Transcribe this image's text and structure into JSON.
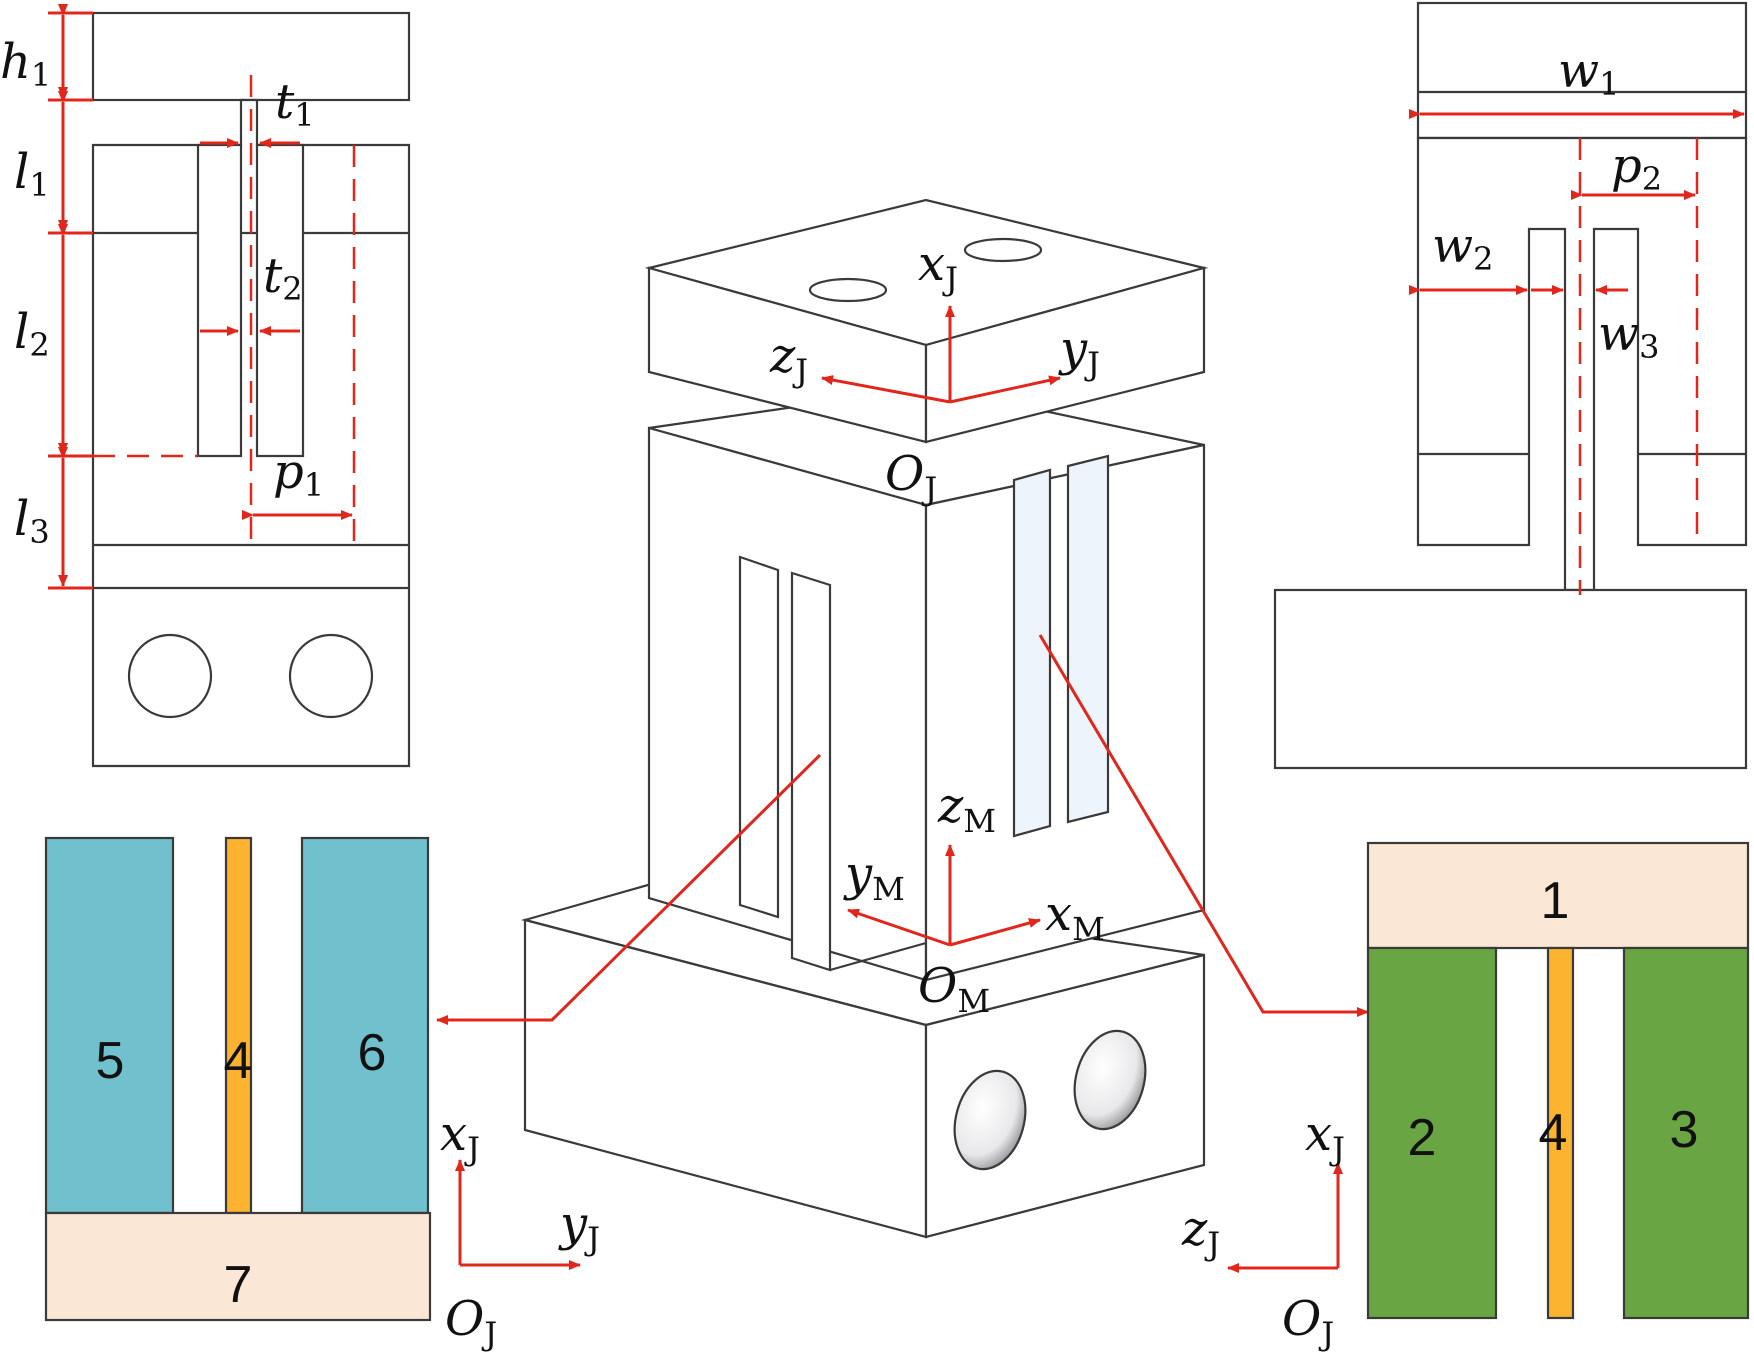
{
  "colors": {
    "line": "#3a3a3a",
    "dimension": "#e1261c",
    "teal": "#70c0cd",
    "green": "#69a542",
    "beige": "#fbe7d6",
    "orange": "#fbb330",
    "slot_fill": "#eef4fb"
  },
  "dimensions_left": {
    "h1": {
      "base": "h",
      "sub": "1"
    },
    "l1": {
      "base": "l",
      "sub": "1"
    },
    "l2": {
      "base": "l",
      "sub": "2"
    },
    "l3": {
      "base": "l",
      "sub": "3"
    },
    "t1": {
      "base": "t",
      "sub": "1"
    },
    "t2": {
      "base": "t",
      "sub": "2"
    },
    "p1": {
      "base": "p",
      "sub": "1"
    }
  },
  "dimensions_right": {
    "w1": {
      "base": "w",
      "sub": "1"
    },
    "w2": {
      "base": "w",
      "sub": "2"
    },
    "w3": {
      "base": "w",
      "sub": "3"
    },
    "p2": {
      "base": "p",
      "sub": "2"
    }
  },
  "axes_center": {
    "xJ": {
      "base": "x",
      "sub": "J"
    },
    "yJ": {
      "base": "y",
      "sub": "J"
    },
    "zJ": {
      "base": "z",
      "sub": "J"
    },
    "OJ": {
      "base": "O",
      "sub": "J"
    },
    "xM": {
      "base": "x",
      "sub": "M"
    },
    "yM": {
      "base": "y",
      "sub": "M"
    },
    "zM": {
      "base": "z",
      "sub": "M"
    },
    "OM": {
      "base": "O",
      "sub": "M"
    }
  },
  "axes_bottom_left": {
    "x": {
      "base": "x",
      "sub": "J"
    },
    "y": {
      "base": "y",
      "sub": "J"
    },
    "O": {
      "base": "O",
      "sub": "J"
    }
  },
  "axes_bottom_right": {
    "x": {
      "base": "x",
      "sub": "J"
    },
    "z": {
      "base": "z",
      "sub": "J"
    },
    "O": {
      "base": "O",
      "sub": "J"
    }
  },
  "parts_left": {
    "p5": "5",
    "p4": "4",
    "p6": "6",
    "p7": "7"
  },
  "parts_right": {
    "p1": "1",
    "p2": "2",
    "p4": "4",
    "p3": "3"
  }
}
